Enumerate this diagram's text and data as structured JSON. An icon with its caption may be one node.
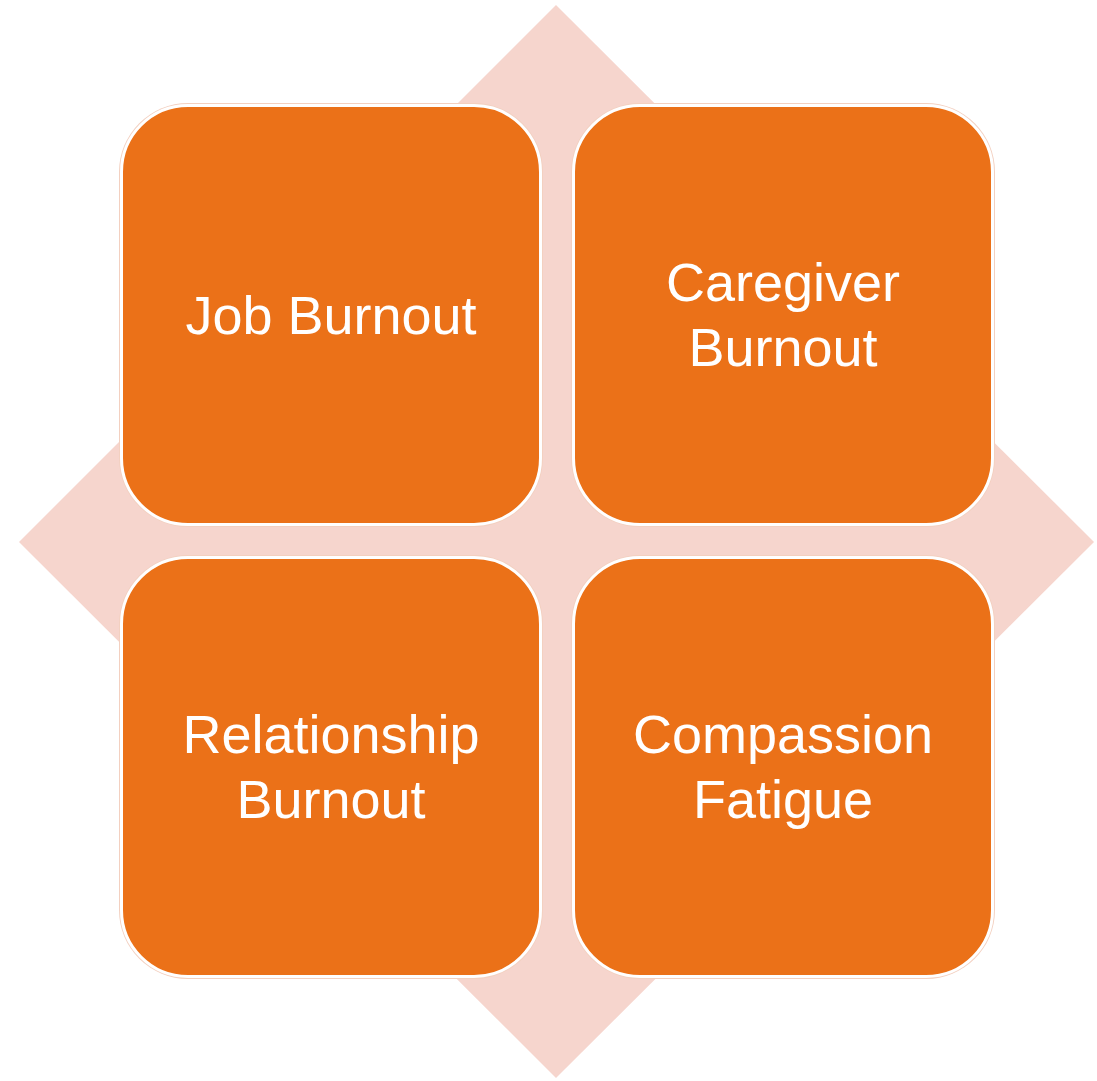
{
  "diagram": {
    "nodes": [
      {
        "text": [
          "Job Burnout"
        ]
      },
      {
        "text": [
          "Caregiver Burnout"
        ]
      },
      {
        "text": [
          "Relationship Burnout"
        ]
      },
      {
        "text": [
          "Compassion Fatigue"
        ]
      }
    ]
  }
}
